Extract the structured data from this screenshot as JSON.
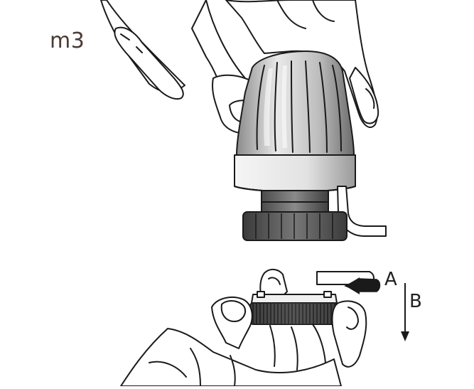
{
  "step": {
    "label": "m3"
  },
  "arrows": {
    "a_label": "A",
    "b_label": "B"
  },
  "colors": {
    "outline": "#1a1a1a",
    "cap_light": "#f2f2f2",
    "cap_mid": "#b8b8b8",
    "cap_dark": "#6f6f6f",
    "nut": "#555555",
    "step_text": "#4a3b34"
  },
  "icons": [
    "hand-icon",
    "actuator-head-icon",
    "mounting-nut-icon",
    "rotation-arrow-icon",
    "down-arrow-icon"
  ]
}
